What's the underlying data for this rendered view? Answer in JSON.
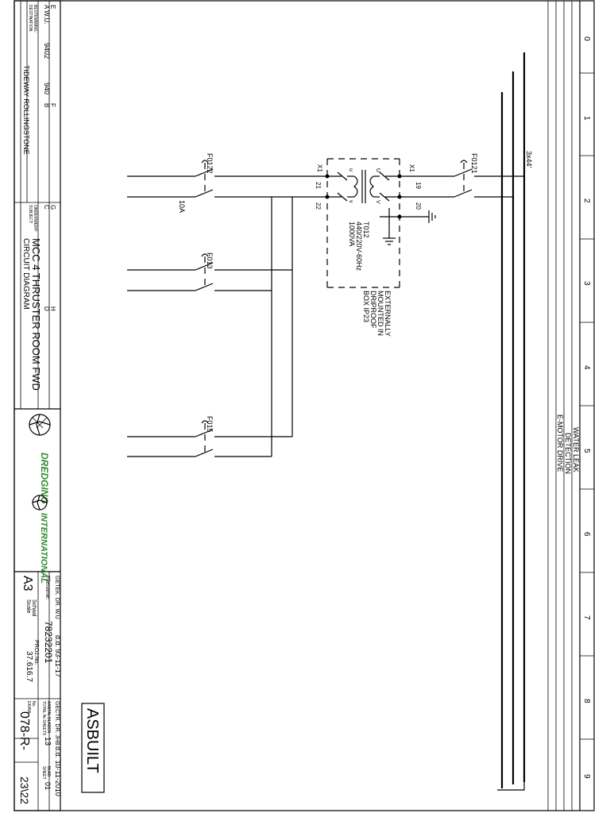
{
  "drawing": {
    "asbuilt_stamp": "ASBUILT",
    "column_numbers": [
      "0",
      "1",
      "2",
      "3",
      "4",
      "5",
      "6",
      "7",
      "8",
      "9"
    ],
    "busbar_label": "3x44'",
    "section_title": [
      "WATER LEAK",
      "DETECTION",
      "E-MOTOR DRIVE"
    ],
    "external_note": [
      "EXTERNALLY",
      "MOUNTED IN",
      "DRIPROOF",
      "BOX IP23"
    ],
    "transformer": {
      "tag": "T012",
      "voltage": "440/220V-60Hz",
      "power": "1000VA",
      "primary_terms": [
        "U",
        "V"
      ],
      "secondary_terms": [
        "u",
        "v"
      ]
    },
    "terminals": {
      "x1_left": "X1",
      "x1_right": "X1",
      "t21": "21",
      "t22": "22",
      "t19": "19",
      "t20": "20"
    },
    "breakers": {
      "f0121": "F0121",
      "f0122": "F0122",
      "f0122_rating": "10A",
      "f013": "F013",
      "f015": "F015"
    }
  },
  "title_block": {
    "grid_letters": {
      "e": "E",
      "f": "F",
      "g": "G",
      "h": "H",
      "a": "A",
      "b": "B",
      "c": "C",
      "d": "D"
    },
    "destination_caption": [
      "BESTEMMING:",
      "DESTINATION:"
    ],
    "destination": "TIDEWAY ROLLINGSTONE",
    "wu_label": "A  W.U.",
    "code_9402": "9402",
    "code_940": "940",
    "subject_caption": [
      "ONDERWERP:",
      "SUBJECT:"
    ],
    "subject_line1": "MCC 4 THRUSTER ROOM FWD",
    "subject_line2": "CIRCUIT DIAGRAM",
    "company_name_1": "DREDGING",
    "company_name_2": "INTERNATIONAL",
    "drawn_by": "GETEK. DR. W.U",
    "drawn_date": "d.d. 93-11-17",
    "filename_label": "Filename:",
    "filename": "78232201",
    "proj_label": "PROJ.No.",
    "proj_no": "37.616.7",
    "size": "A3",
    "scale_label": [
      "Schaal",
      "Scale"
    ],
    "checked_by": "GECTR. DR. JHB",
    "checked_date": "d.d. 10-11-2010",
    "total_sheets_label": [
      "AANTAL BLADEN",
      "TOTAL Nr.SHEETS"
    ],
    "total_sheets": "13",
    "sheet_label": [
      "BLAD",
      "SHEET"
    ],
    "sheet_no": "01",
    "drawing_no_label": [
      "No.",
      "DRAW"
    ],
    "drawing_no": "078-R-",
    "drawing_suffix": "23\\22"
  }
}
